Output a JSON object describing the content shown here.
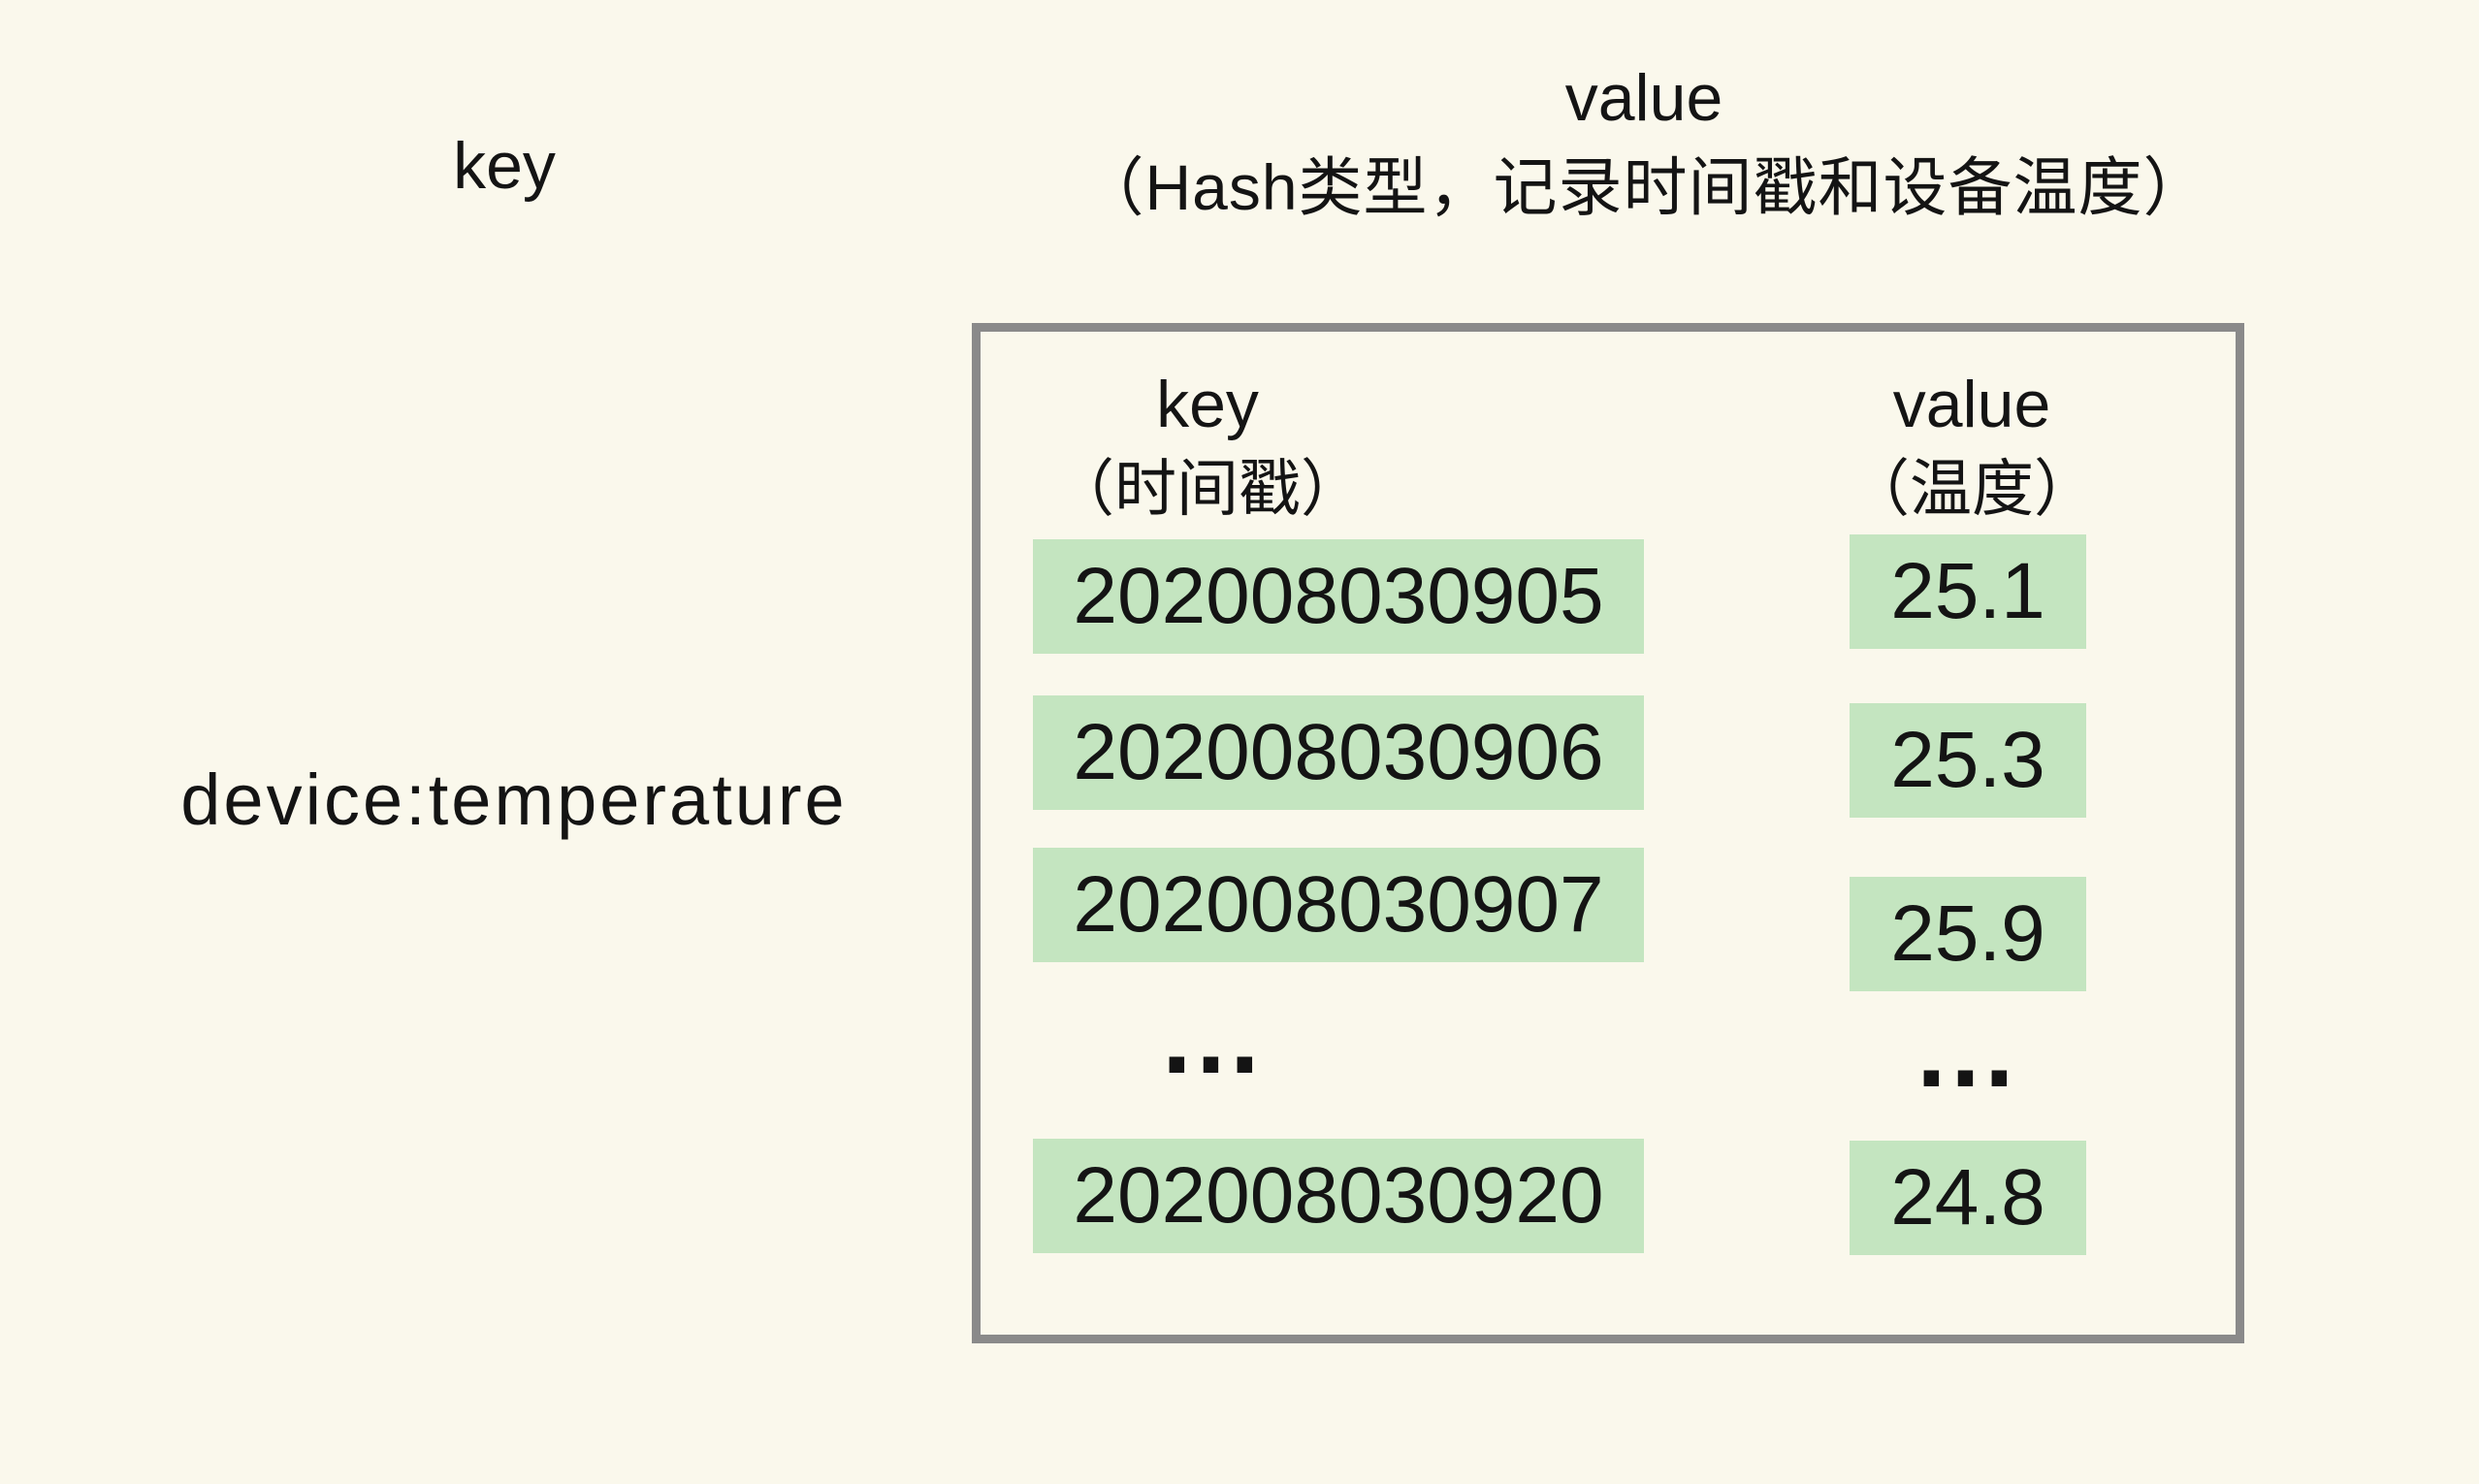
{
  "page": {
    "background_color": "#FAF8EC",
    "cell_green": "#C4E5C0",
    "box_border_gray": "#8A8A8A",
    "text_color": "#141414"
  },
  "labels": {
    "outer_key": "key",
    "outer_value_title": "value",
    "outer_value_subtitle": "（Hash类型，记录时间戳和设备温度）",
    "redis_key": "device:temperature"
  },
  "hash_table": {
    "key_header": {
      "line1": "key",
      "line2": "（时间戳）"
    },
    "value_header": {
      "line1": "value",
      "line2": "（温度）"
    },
    "rows": [
      {
        "key": "202008030905",
        "value": "25.1"
      },
      {
        "key": "202008030906",
        "value": "25.3"
      },
      {
        "key": "202008030907",
        "value": "25.9"
      },
      {
        "key": "202008030920",
        "value": "24.8"
      }
    ],
    "ellipsis": {
      "key": "…",
      "value": "…"
    }
  }
}
